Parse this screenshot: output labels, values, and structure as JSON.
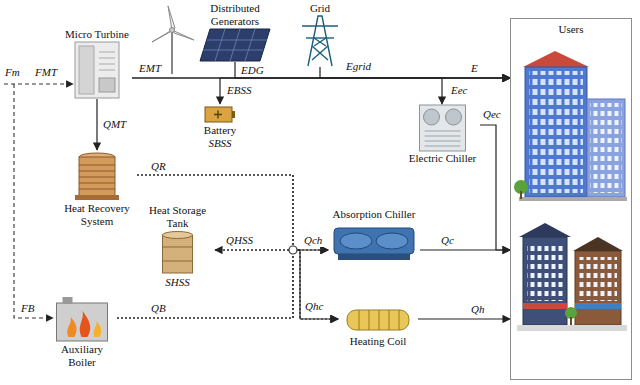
{
  "diagram": {
    "nodes": [
      {
        "text": [
          "Micro Turbine"
        ]
      },
      {
        "text": [
          "Distributed Generators"
        ]
      },
      {
        "text": [
          "Grid"
        ]
      },
      {
        "text": [
          "Battery",
          "SBSS"
        ]
      },
      {
        "text": [
          "Electric Chiller"
        ]
      },
      {
        "text": [
          "Heat Recovery System"
        ]
      },
      {
        "text": [
          "Heat Storage Tank",
          "SHSS"
        ]
      },
      {
        "text": [
          "Absorption Chiller"
        ]
      },
      {
        "text": [
          "Auxiliary Boiler"
        ]
      },
      {
        "text": [
          "Heating Coil"
        ]
      },
      {
        "text": [
          "Users"
        ]
      }
    ],
    "edges": [
      {
        "from": 0,
        "to": 5,
        "arrow": "to",
        "label": "QMT"
      },
      {
        "from": 0,
        "to": 10,
        "arrow": "to",
        "label": "EMT"
      },
      {
        "from": 1,
        "to": 10,
        "arrow": "to",
        "label": "EDG"
      },
      {
        "from": 2,
        "to": 10,
        "arrow": "to",
        "label": "Egrid"
      },
      {
        "from": 3,
        "to": 10,
        "arrow": "both",
        "label": "EBSS"
      },
      {
        "from": 0,
        "to": 4,
        "arrow": "to",
        "label": "Eec"
      },
      {
        "from": 5,
        "to": 7,
        "arrow": "to",
        "label": "QR"
      },
      {
        "from": 5,
        "to": 9,
        "arrow": "to"
      },
      {
        "from": 6,
        "to": 7,
        "arrow": "both",
        "label": "QHSS"
      },
      {
        "from": 6,
        "to": 9,
        "arrow": "to"
      },
      {
        "from": 8,
        "to": 7,
        "arrow": "to",
        "label": "QB"
      },
      {
        "from": 8,
        "to": 9,
        "arrow": "to"
      },
      {
        "from": 7,
        "to": 10,
        "arrow": "to",
        "label": "Qc"
      },
      {
        "from": 4,
        "to": 10,
        "arrow": "to",
        "label": "Qec"
      },
      {
        "from": 9,
        "to": 10,
        "arrow": "to",
        "label": "Qh"
      }
    ],
    "labels": [
      "Fm",
      "FMT",
      "FB",
      "E",
      "Qch",
      "Qhc"
    ]
  }
}
